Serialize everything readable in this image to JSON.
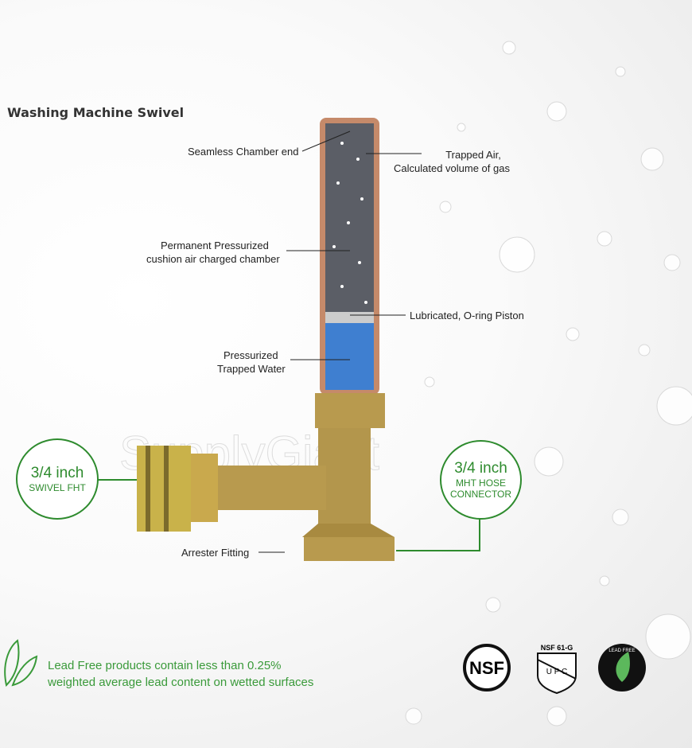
{
  "title": "Washing Machine Swivel",
  "labels": {
    "chamber_end": "Seamless Chamber end",
    "trapped_air_1": "Trapped Air,",
    "trapped_air_2": "Calculated volume of gas",
    "pressurized_1": "Permanent Pressurized",
    "pressurized_2": "cushion air charged chamber",
    "piston": "Lubricated, O-ring Piston",
    "water_1": "Pressurized",
    "water_2": "Trapped Water",
    "fitting": "Arrester Fitting"
  },
  "swivel": {
    "size": "3/4 inch",
    "type": "SWIVEL FHT"
  },
  "connector": {
    "size": "3/4 inch",
    "type_1": "MHT HOSE",
    "type_2": "CONNECTOR"
  },
  "lead_free": {
    "line1": "Lead Free products contain less than 0.25%",
    "line2": "weighted average lead content on wetted surfaces"
  },
  "badges": {
    "nsf": "NSF",
    "nsf61": "NSF 61-G",
    "upc": "U P C",
    "lead_free": "LEAD FREE"
  },
  "watermark": "SupplyGiant",
  "colors": {
    "green": "#2e8b2e",
    "brass": "#b89a4e",
    "copper": "#c58a6a"
  }
}
